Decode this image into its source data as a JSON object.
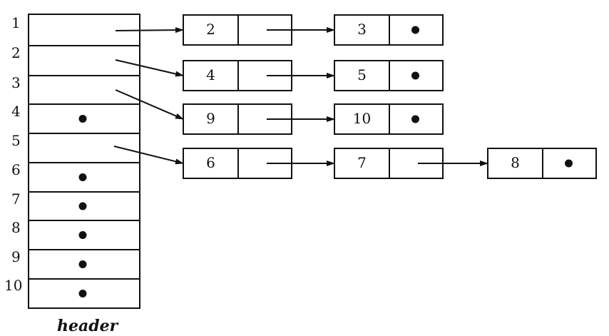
{
  "header": {
    "caption": "header",
    "rows": [
      {
        "label": "1",
        "null_pointer": false
      },
      {
        "label": "2",
        "null_pointer": false
      },
      {
        "label": "3",
        "null_pointer": false
      },
      {
        "label": "4",
        "null_pointer": true
      },
      {
        "label": "5",
        "null_pointer": false
      },
      {
        "label": "6",
        "null_pointer": true
      },
      {
        "label": "7",
        "null_pointer": true
      },
      {
        "label": "8",
        "null_pointer": true
      },
      {
        "label": "9",
        "null_pointer": true
      },
      {
        "label": "10",
        "null_pointer": true
      }
    ]
  },
  "lists": [
    {
      "row": "1",
      "nodes": [
        "2",
        "3"
      ]
    },
    {
      "row": "2",
      "nodes": [
        "4",
        "5"
      ]
    },
    {
      "row": "3",
      "nodes": [
        "9",
        "10"
      ]
    },
    {
      "row": "5",
      "nodes": [
        "6",
        "7",
        "8"
      ]
    }
  ],
  "colors": {
    "ink": "#111111",
    "background": "#ffffff"
  }
}
